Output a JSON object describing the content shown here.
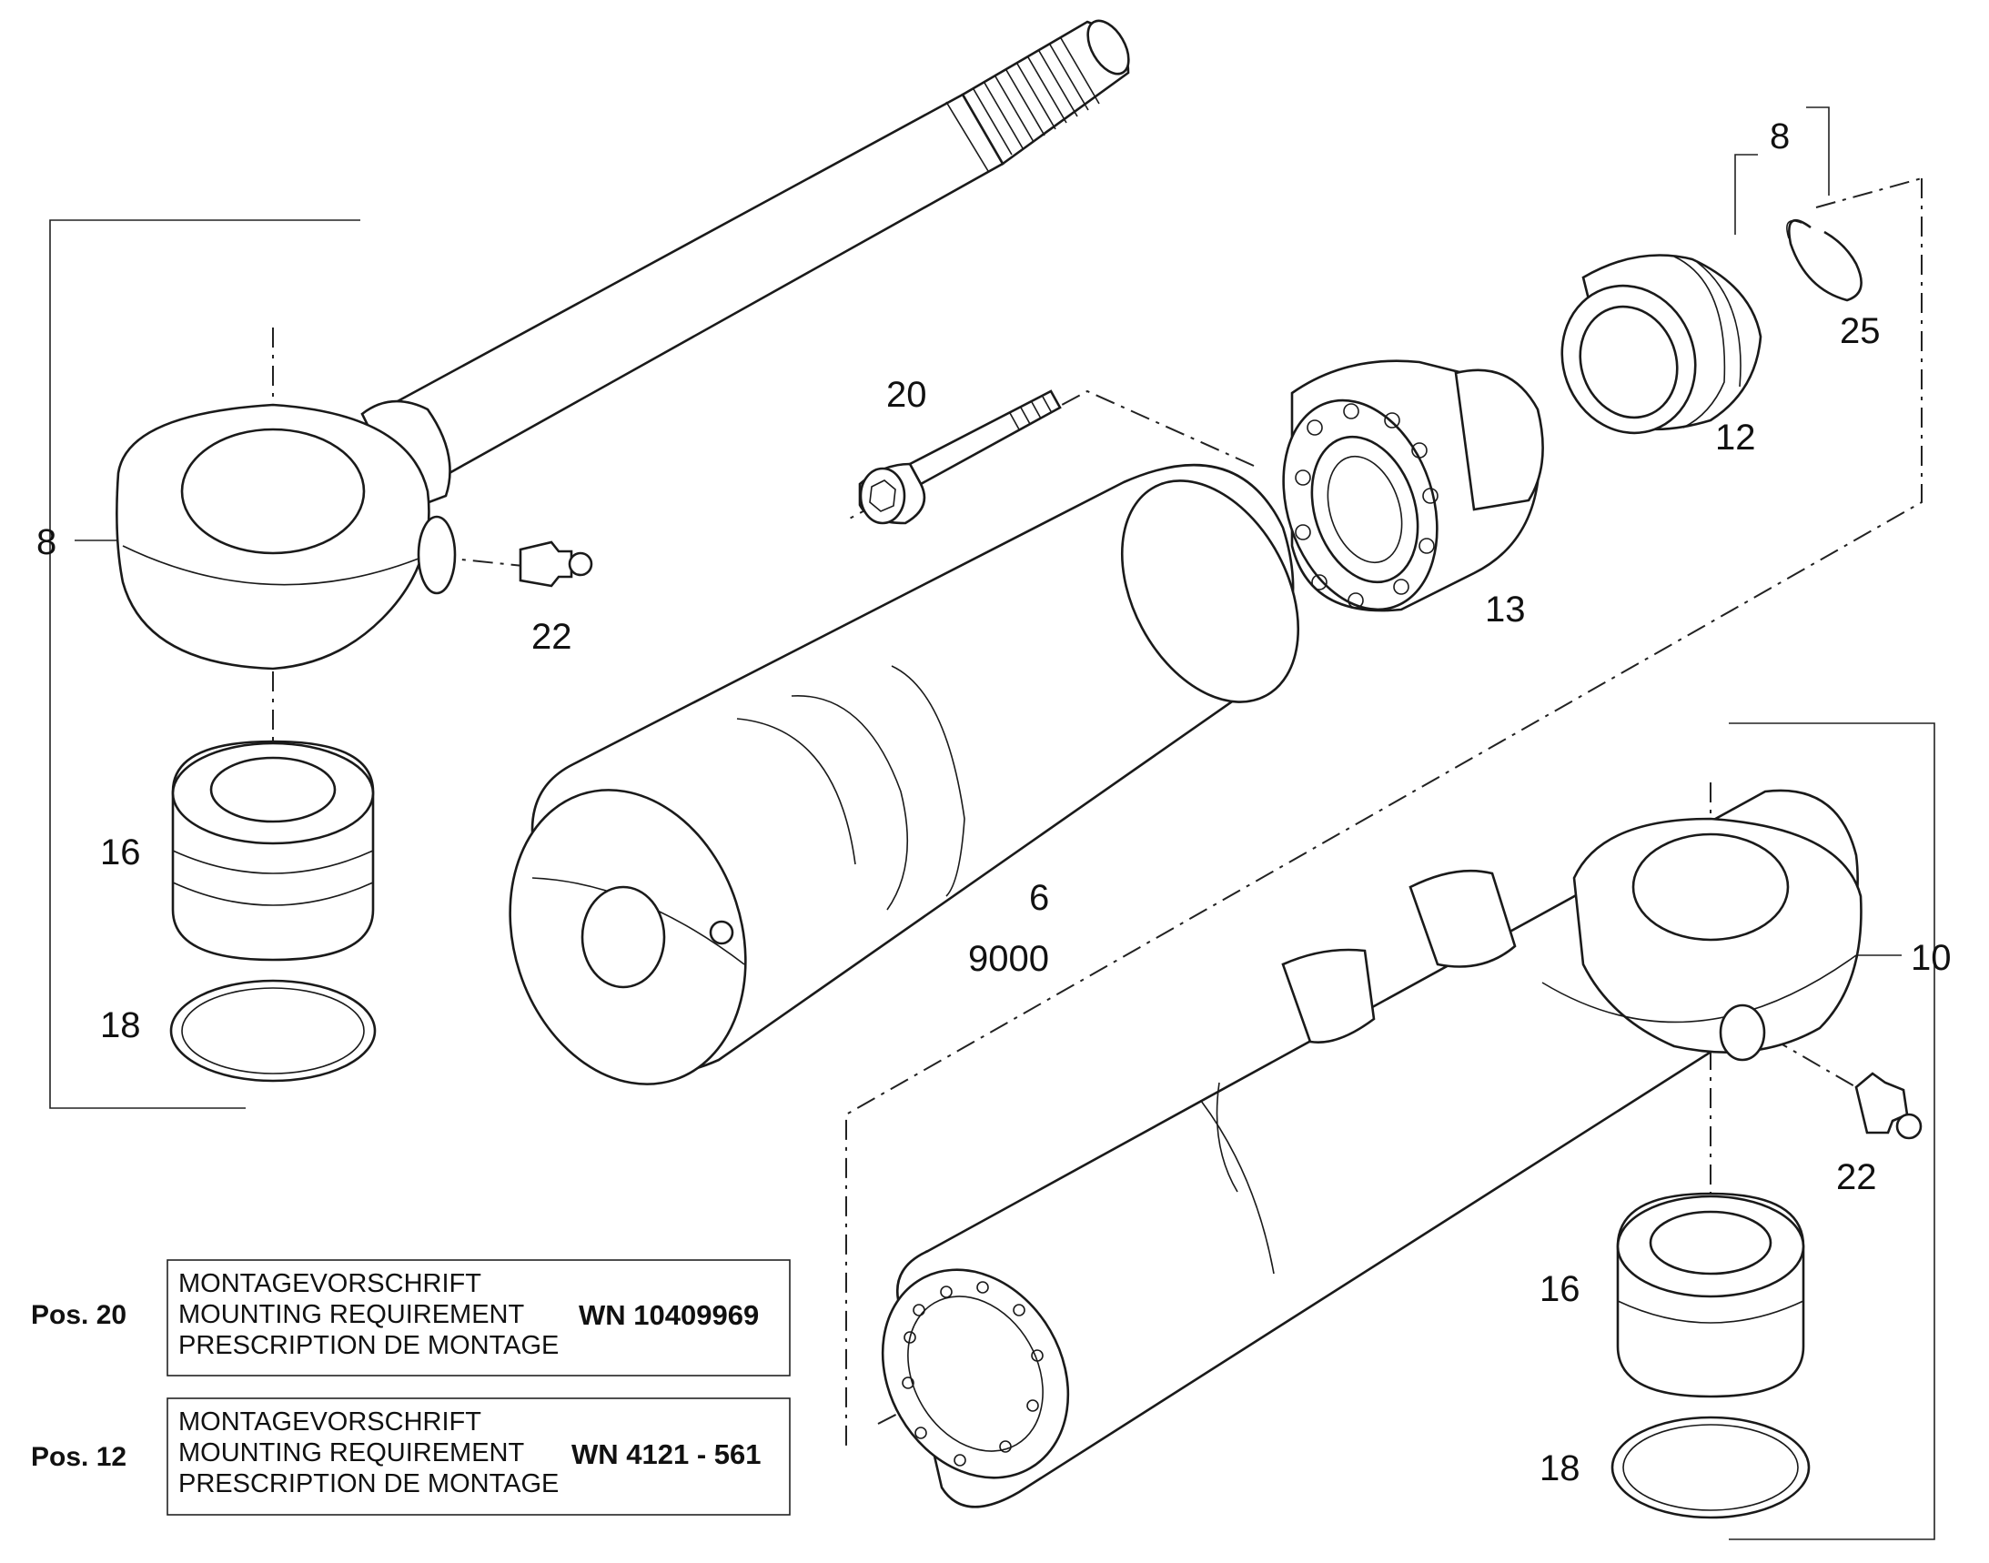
{
  "diagram": {
    "callouts": {
      "rod_assembly": "8",
      "circlip_bracket": "8",
      "grease_nipple_top": "22",
      "bearing_top": "16",
      "ring_top": "18",
      "screw": "20",
      "piston": "13",
      "guide_bush": "12",
      "circlip": "25",
      "cylinder_tube": "6",
      "seal_kit": "9000",
      "tube_assembly": "10",
      "grease_nipple_bottom": "22",
      "bearing_bottom": "16",
      "ring_bottom": "18"
    },
    "notes": [
      {
        "pos": "Pos. 20",
        "lines": [
          "MONTAGEVORSCHRIFT",
          "MOUNTING REQUIREMENT",
          "PRESCRIPTION DE MONTAGE"
        ],
        "wn": "WN 10409969"
      },
      {
        "pos": "Pos. 12",
        "lines": [
          "MONTAGEVORSCHRIFT",
          "MOUNTING REQUIREMENT",
          "PRESCRIPTION DE MONTAGE"
        ],
        "wn": "WN 4121 - 561"
      }
    ]
  }
}
